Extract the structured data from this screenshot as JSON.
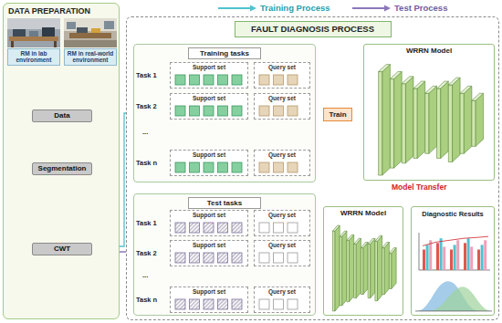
{
  "diagram": {
    "nodes": [
      {
        "text": [
          "DATA PREPARATION"
        ]
      },
      {
        "text": [
          "RM in lab environment"
        ],
        "in": 0
      },
      {
        "text": [
          "RM in real-world environment"
        ],
        "in": 0
      },
      {
        "text": [
          "Data"
        ],
        "in": 0
      },
      {
        "text": [
          "Segmentation"
        ],
        "in": 0
      },
      {
        "text": [
          "CWT"
        ],
        "in": 0
      },
      {
        "text": [
          "FAULT DIAGNOSIS PROCESS"
        ]
      },
      {
        "text": [
          "Training tasks"
        ],
        "in": 6
      },
      {
        "text": [
          "Support set"
        ],
        "in": 7
      },
      {
        "text": [
          "Query set"
        ],
        "in": 7
      },
      {
        "text": [
          "Support set"
        ],
        "in": 7
      },
      {
        "text": [
          "Query set"
        ],
        "in": 7
      },
      {
        "text": [
          "Support set"
        ],
        "in": 7
      },
      {
        "text": [
          "Query set"
        ],
        "in": 7
      },
      {
        "text": [
          "Train"
        ],
        "in": 6
      },
      {
        "text": [
          "WRRN Model"
        ],
        "in": 6
      },
      {
        "text": [
          "Test tasks"
        ],
        "in": 6
      },
      {
        "text": [
          "Support set"
        ],
        "in": 16
      },
      {
        "text": [
          "Query set"
        ],
        "in": 16
      },
      {
        "text": [
          "Support set"
        ],
        "in": 16
      },
      {
        "text": [
          "Query set"
        ],
        "in": 16
      },
      {
        "text": [
          "Support set"
        ],
        "in": 16
      },
      {
        "text": [
          "Query set"
        ],
        "in": 16
      },
      {
        "text": [
          "WRRN Model"
        ],
        "in": 6
      },
      {
        "text": [
          "Diagnostic Results"
        ],
        "in": 6
      }
    ],
    "edges": [
      {
        "from": 1,
        "to": 3,
        "arrow": "to"
      },
      {
        "from": 2,
        "to": 3,
        "arrow": "to"
      },
      {
        "from": 3,
        "to": 4,
        "arrow": "to"
      },
      {
        "from": 4,
        "to": 5,
        "arrow": "to"
      },
      {
        "from": 5,
        "to": 7,
        "arrow": "to"
      },
      {
        "from": 5,
        "to": 16,
        "arrow": "to"
      },
      {
        "from": 7,
        "to": 14,
        "arrow": "none"
      },
      {
        "from": 14,
        "to": 15,
        "arrow": "to"
      },
      {
        "from": 15,
        "to": 23,
        "label": "Model Transfer",
        "arrow": "to"
      },
      {
        "from": 16,
        "to": 23,
        "arrow": "to"
      },
      {
        "from": 23,
        "to": 24,
        "arrow": "to"
      }
    ],
    "labels": [
      "Task 1",
      "Task 2",
      "...",
      "Task n",
      "Task 1",
      "Task 2",
      "...",
      "Task n"
    ],
    "legend": [
      {
        "text": "Training Process"
      },
      {
        "text": "Test Process"
      }
    ]
  }
}
